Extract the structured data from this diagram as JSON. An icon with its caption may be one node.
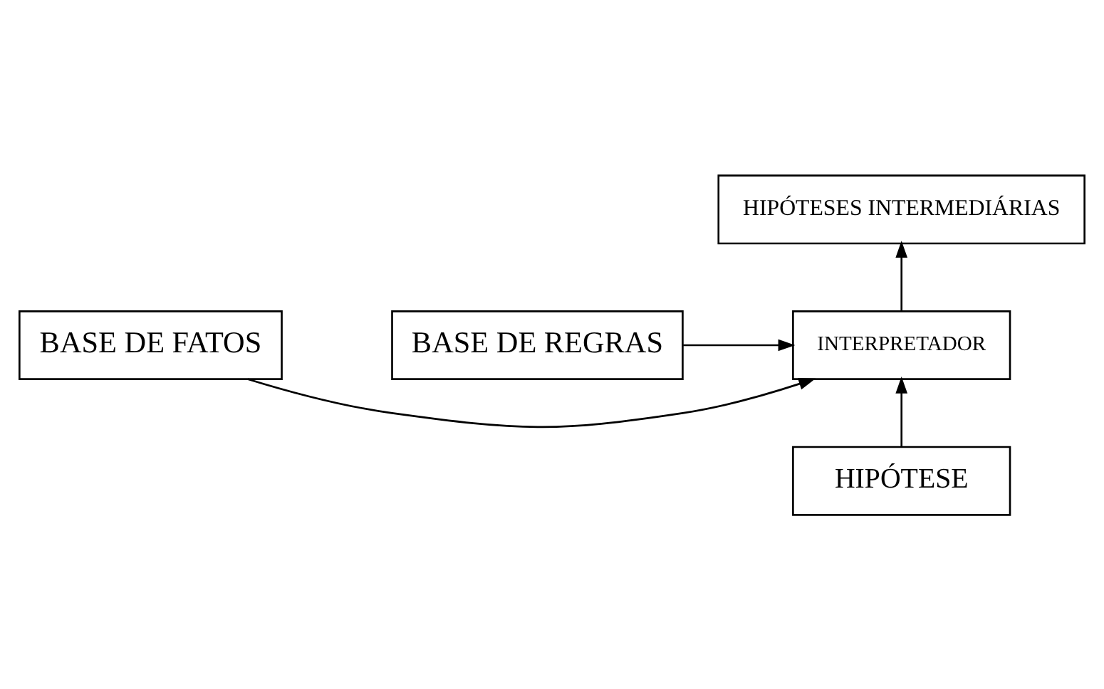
{
  "diagram": {
    "nodes": [
      {
        "text": [
          "HIPÓTESES INTERMEDIÁRIAS"
        ]
      },
      {
        "text": [
          "BASE DE FATOS"
        ]
      },
      {
        "text": [
          "INTERPRETADOR"
        ]
      },
      {
        "text": [
          "BASE DE REGRAS"
        ]
      },
      {
        "text": [
          "HIPÓTESE"
        ]
      }
    ],
    "edges": [
      {
        "from": 1,
        "to": 2,
        "arrow": "to"
      },
      {
        "from": 3,
        "to": 2,
        "arrow": "to"
      },
      {
        "from": 4,
        "to": 2,
        "arrow": "to"
      },
      {
        "from": 2,
        "to": 0,
        "arrow": "to"
      }
    ]
  }
}
